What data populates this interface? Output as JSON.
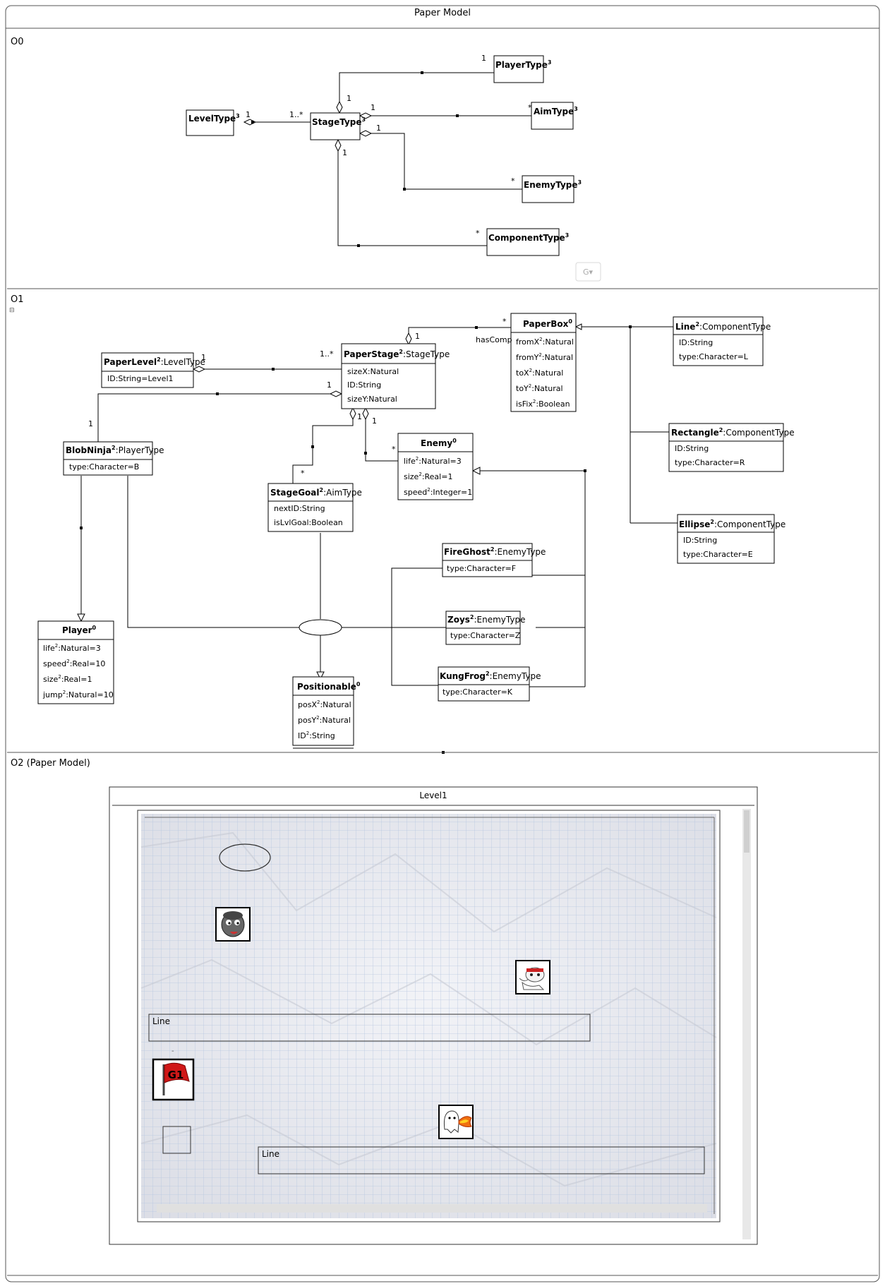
{
  "window": {
    "title": "Paper Model"
  },
  "levels": {
    "o0": {
      "label": "O0"
    },
    "o1": {
      "label": "O1"
    },
    "o2": {
      "label": "O2 (Paper Model)"
    }
  },
  "o0": {
    "classes": {
      "level_type": {
        "name": "LevelType",
        "sup": "3"
      },
      "stage_type": {
        "name": "StageType",
        "sup": "3"
      },
      "player_type": {
        "name": "PlayerType",
        "sup": "3"
      },
      "aim_type": {
        "name": "AimType",
        "sup": "3"
      },
      "enemy_type": {
        "name": "EnemyType",
        "sup": "3"
      },
      "component_type": {
        "name": "ComponentType",
        "sup": "3"
      }
    },
    "mult": {
      "level_1": "1",
      "stage_1n": "1..*",
      "player_stage_1": "1",
      "player_1": "1",
      "aim_stage_1": "1",
      "aim_star": "*",
      "enemy_stage_1": "1",
      "enemy_star": "*",
      "comp_stage_1": "1",
      "comp_star": "*"
    },
    "g_button": "G▾"
  },
  "o1": {
    "collapse_icon": "⊟",
    "classes": {
      "paper_level": {
        "name": "PaperLevel",
        "sup": "2",
        "type": ":LevelType",
        "attrs": [
          "ID:String=Level1"
        ]
      },
      "paper_stage": {
        "name": "PaperStage",
        "sup": "2",
        "type": ":StageType",
        "attrs": [
          "sizeX:Natural",
          "ID:String",
          "sizeY:Natural"
        ]
      },
      "paper_box": {
        "name": "PaperBox",
        "sup": "0",
        "type": "",
        "attrs": [
          {
            "pre": "fromX",
            "sup": "2",
            "post": ":Natural"
          },
          {
            "pre": "fromY",
            "sup": "2",
            "post": ":Natural"
          },
          {
            "pre": "toX",
            "sup": "2",
            "post": ":Natural"
          },
          {
            "pre": "toY",
            "sup": "2",
            "post": ":Natural"
          },
          {
            "pre": "isFix",
            "sup": "2",
            "post": ":Boolean"
          }
        ]
      },
      "line": {
        "name": "Line",
        "sup": "2",
        "type": ":ComponentType",
        "attrs": [
          "ID:String",
          "type:Character=L"
        ]
      },
      "rectangle": {
        "name": "Rectangle",
        "sup": "2",
        "type": ":ComponentType",
        "attrs": [
          "ID:String",
          "type:Character=R"
        ]
      },
      "ellipse": {
        "name": "Ellipse",
        "sup": "2",
        "type": ":ComponentType",
        "attrs": [
          "ID:String",
          "type:Character=E"
        ]
      },
      "blob_ninja": {
        "name": "BlobNinja",
        "sup": "2",
        "type": ":PlayerType",
        "attrs": [
          "type:Character=B"
        ]
      },
      "stage_goal": {
        "name": "StageGoal",
        "sup": "2",
        "type": ":AimType",
        "attrs": [
          "nextID:String",
          "isLvlGoal:Boolean"
        ]
      },
      "enemy": {
        "name": "Enemy",
        "sup": "0",
        "type": "",
        "attrs": [
          {
            "pre": "life",
            "sup": "2",
            "post": ":Natural=3"
          },
          {
            "pre": "size",
            "sup": "2",
            "post": ":Real=1"
          },
          {
            "pre": "speed",
            "sup": "2",
            "post": ":Integer=1"
          }
        ]
      },
      "fire_ghost": {
        "name": "FireGhost",
        "sup": "2",
        "type": ":EnemyType",
        "attrs": [
          "type:Character=F"
        ]
      },
      "zoys": {
        "name": "Zoys",
        "sup": "2",
        "type": ":EnemyType",
        "attrs": [
          "type:Character=Z"
        ]
      },
      "kung_frog": {
        "name": "KungFrog",
        "sup": "2",
        "type": ":EnemyType",
        "attrs": [
          "type:Character=K"
        ]
      },
      "player": {
        "name": "Player",
        "sup": "0",
        "type": "",
        "attrs": [
          {
            "pre": "life",
            "sup": "2",
            "post": ":Natural=3"
          },
          {
            "pre": "speed",
            "sup": "2",
            "post": ":Real=10"
          },
          {
            "pre": "size",
            "sup": "2",
            "post": ":Real=1"
          },
          {
            "pre": "jump",
            "sup": "2",
            "post": ":Natural=10"
          }
        ]
      },
      "positionable": {
        "name": "Positionable",
        "sup": "0",
        "type": "",
        "attrs": [
          {
            "pre": "posX",
            "sup": "2",
            "post": ":Natural"
          },
          {
            "pre": "posY",
            "sup": "2",
            "post": ":Natural"
          },
          {
            "pre": "ID",
            "sup": "2",
            "post": ":String"
          }
        ]
      }
    },
    "mult": {
      "has_comp": "hasComp",
      "paperbox_star": "*",
      "stage_box_1": "1",
      "level_1": "1",
      "stage_1n": "1..*",
      "stage_player_1": "1",
      "blob_1": "1",
      "goal_1": "1",
      "enemy_1": "1",
      "goal_star": "*",
      "enemy_star": "*"
    }
  },
  "o2": {
    "window_title": "Level1",
    "components": [
      {
        "kind": "ellipse"
      },
      {
        "kind": "blob-ninja"
      },
      {
        "kind": "kung-frog"
      },
      {
        "kind": "line",
        "label": "Line"
      },
      {
        "kind": "goal-flag",
        "flag_text": "G1"
      },
      {
        "kind": "rectangle"
      },
      {
        "kind": "fire-ghost"
      },
      {
        "kind": "line",
        "label": "Line"
      }
    ],
    "minus": "-"
  }
}
